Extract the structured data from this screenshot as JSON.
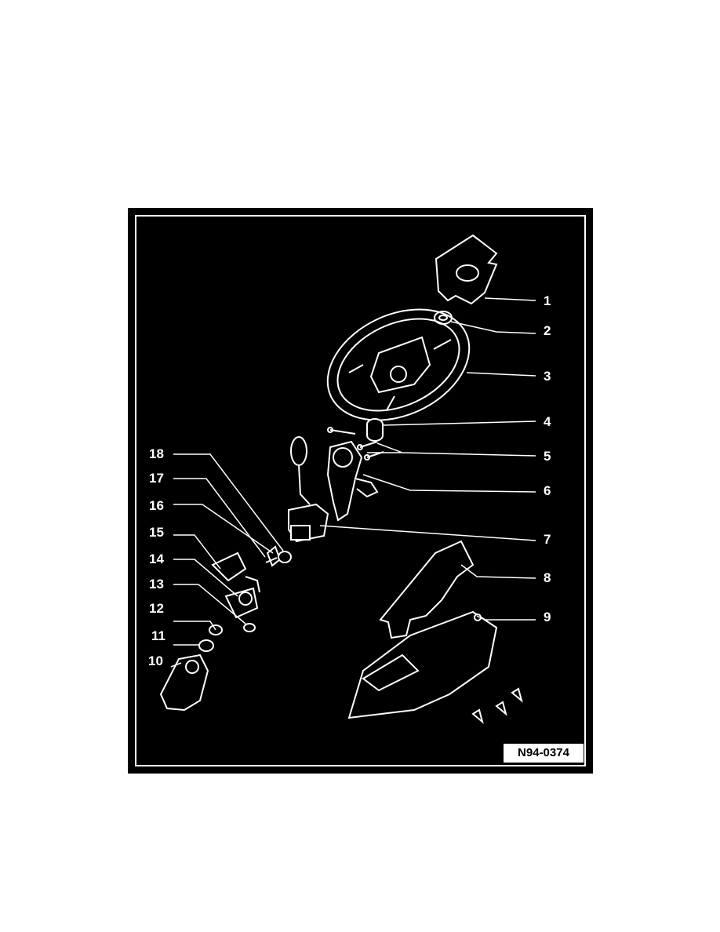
{
  "figure": {
    "id_label": "N94-0374",
    "callouts": [
      "1",
      "2",
      "3",
      "4",
      "5",
      "6",
      "7",
      "8",
      "9",
      "10",
      "11",
      "12",
      "13",
      "14",
      "15",
      "16",
      "17",
      "18"
    ]
  },
  "colors": {
    "background": "#000000",
    "linework": "#ffffff",
    "page": "#ffffff"
  }
}
